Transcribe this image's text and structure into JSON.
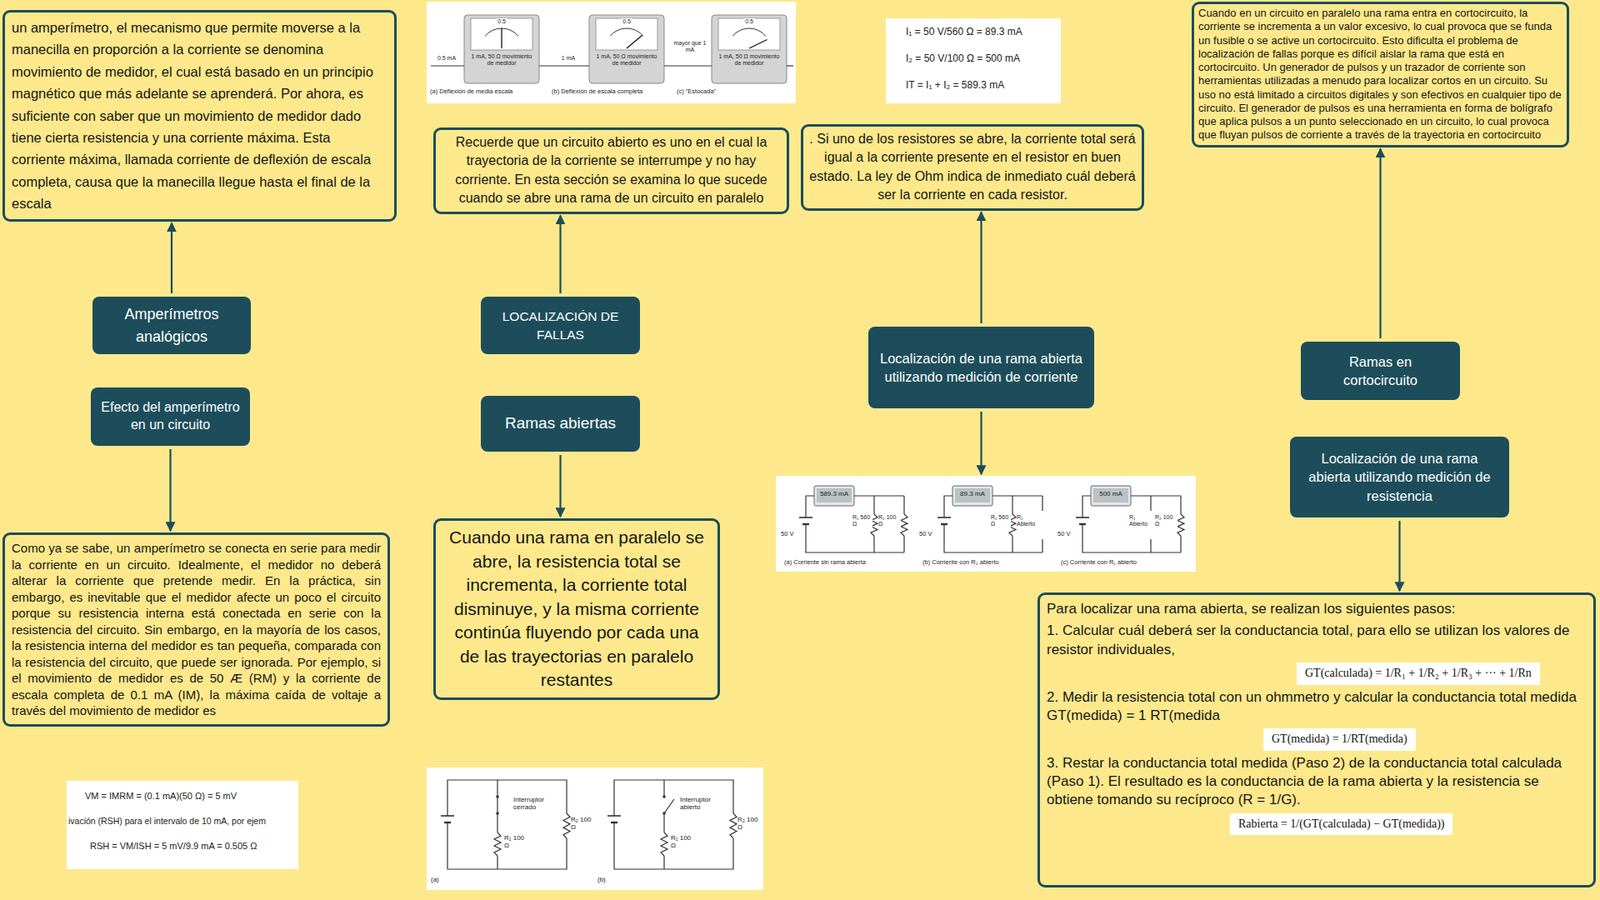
{
  "diagram": {
    "nodes": [
      {
        "text": [
          "un amperímetro, el mecanismo que permite moverse a la manecilla en proporción a la corriente se denomina movimiento de medidor, el cual está basado en un principio magnético que más adelante se aprenderá. Por ahora, es suficiente con saber que un movimiento de medidor dado tiene cierta resistencia y una corriente máxima. Esta corriente máxima, llamada corriente de deflexión de escala completa, causa que la manecilla llegue hasta el final de la escala"
        ]
      },
      {
        "text": [
          "Amperímetros analógicos"
        ]
      },
      {
        "text": [
          "Efecto del amperímetro en un circuito"
        ]
      },
      {
        "text": [
          "Como ya se sabe, un amperímetro se conecta en serie para medir la corriente en un circuito. Idealmente, el medidor no deberá alterar la corriente que pretende medir. En la práctica, sin embargo, es inevitable que el medidor afecte un poco el circuito porque su resistencia interna está conectada en serie con la resistencia del circuito. Sin embargo, en la mayoría de los casos, la resistencia interna del medidor es tan pequeña, comparada con la resistencia del circuito, que puede ser ignorada. Por ejemplo, si el movimiento de medidor es de 50 Æ (RM) y la corriente de escala completa de 0.1 mA (IM), la máxima caída de voltaje a través del movimiento de medidor es"
        ]
      },
      {
        "text": [
          "VM = IMRM = (0.1 mA)(50 Ω) = 5 mV",
          "ivación (RSH) para el intervalo de 10 mA, por ejem",
          "RSH = VM/ISH = 5 mV/9.9 mA = 0.505 Ω"
        ]
      },
      {
        "text": [
          "0.5 mA",
          "0.5",
          "1 mA, 50 Ω movimiento de medidor",
          "(a) Deflexión de media escala",
          "1 mA",
          "0.5",
          "1 mA, 50 Ω movimiento de medidor",
          "(b) Deflexión de escala completa",
          "mayor que 1 mA",
          "0.5",
          "1 mA, 50 Ω movimiento de medidor",
          "(c) “Estocada”"
        ]
      },
      {
        "text": [
          "Recuerde que un circuito abierto es uno en el cual la trayectoria de la corriente se interrumpe y no hay corriente. En esta sección se examina lo que sucede cuando se abre una rama de un circuito en paralelo"
        ]
      },
      {
        "text": [
          "LOCALIZACIÓN DE FALLAS"
        ]
      },
      {
        "text": [
          "Ramas abiertas"
        ]
      },
      {
        "text": [
          "Cuando una rama en paralelo se abre, la resistencia total se incrementa, la corriente total disminuye, y la misma corriente continúa fluyendo por cada una de las trayectorias en paralelo restantes"
        ]
      },
      {
        "text": [
          "Interruptor cerrado",
          "R₁ 100 Ω",
          "R₂ 100 Ω",
          "(a)",
          "Interruptor abierto",
          "R₁ 100 Ω",
          "R₂ 100 Ω",
          "(b)"
        ]
      },
      {
        "text": [
          "I₁ = 50 V/560 Ω = 89.3 mA",
          "I₂ = 50 V/100 Ω = 500 mA",
          "IT = I₁ + I₂ = 589.3 mA"
        ]
      },
      {
        "text": [
          ". Si uno de los resistores se abre, la corriente total será igual a la corriente presente en el resistor en buen estado. La ley de Ohm indica de inmediato cuál deberá ser la corriente en cada resistor."
        ]
      },
      {
        "text": [
          "Localización de una rama abierta utilizando medición de corriente"
        ]
      },
      {
        "text": [
          "589.3 mA",
          "50 V",
          "R₁ 560 Ω",
          "R₂ 100 Ω",
          "(a) Corriente sin rama abierta",
          "89.3 mA",
          "50 V",
          "R₁ 560 Ω",
          "R₂ Abierto",
          "(b) Corriente con R₂ abierto",
          "500 mA",
          "50 V",
          "R₁ Abierto",
          "R₂ 100 Ω",
          "(c) Corriente con R₁ abierto"
        ]
      },
      {
        "text": [
          "Cuando en un circuito en paralelo una rama entra en cortocircuito, la corriente se incrementa a un valor excesivo, lo cual provoca que se funda un fusible o se active un cortocircuito. Esto dificulta el problema de localización de fallas porque es difícil aislar la rama que está en cortocircuito. Un generador de pulsos y un trazador de corriente son herramientas utilizadas a menudo para localizar cortos en un circuito. Su uso no está limitado a circuitos digitales y son efectivos en cualquier tipo de circuito. El generador de pulsos es una herramienta en forma de bolígrafo que aplica pulsos a un punto seleccionado en un circuito, lo cual provoca que fluyan pulsos de corriente a través de la trayectoria en cortocircuito"
        ]
      },
      {
        "text": [
          "Ramas en cortocircuito"
        ]
      },
      {
        "text": [
          "Localización de una rama abierta utilizando medición de resistencia"
        ]
      },
      {
        "text": [
          "Para localizar una rama abierta, se realizan los siguientes pasos:",
          "1. Calcular cuál deberá ser la conductancia total, para ello se utilizan los valores de resistor individuales,",
          "GT(calculada) = 1/R₁ + 1/R₂ + 1/R₃ + ··· + 1/Rn",
          "2. Medir la resistencia total con un ohmmetro y calcular la conductancia total medida GT(medida) = 1 RT(medida",
          "GT(medida) = 1/RT(medida)",
          "3. Restar la conductancia total medida (Paso 2) de la conductancia total calculada (Paso 1). El resultado es la conductancia de la rama abierta y la resistencia se obtiene tomando su recíproco (R = 1/G).",
          "Rabierta = 1/(GT(calculada) − GT(medida))"
        ]
      }
    ],
    "edges": [
      {
        "from": 1,
        "to": 0,
        "arrow": "to"
      },
      {
        "from": 2,
        "to": 3,
        "arrow": "to"
      },
      {
        "from": 7,
        "to": 6,
        "arrow": "to"
      },
      {
        "from": 8,
        "to": 9,
        "arrow": "to"
      },
      {
        "from": 13,
        "to": 12,
        "arrow": "to"
      },
      {
        "from": 13,
        "to": 14,
        "arrow": "to"
      },
      {
        "from": 16,
        "to": 15,
        "arrow": "to"
      },
      {
        "from": 17,
        "to": 18,
        "arrow": "to"
      }
    ]
  }
}
